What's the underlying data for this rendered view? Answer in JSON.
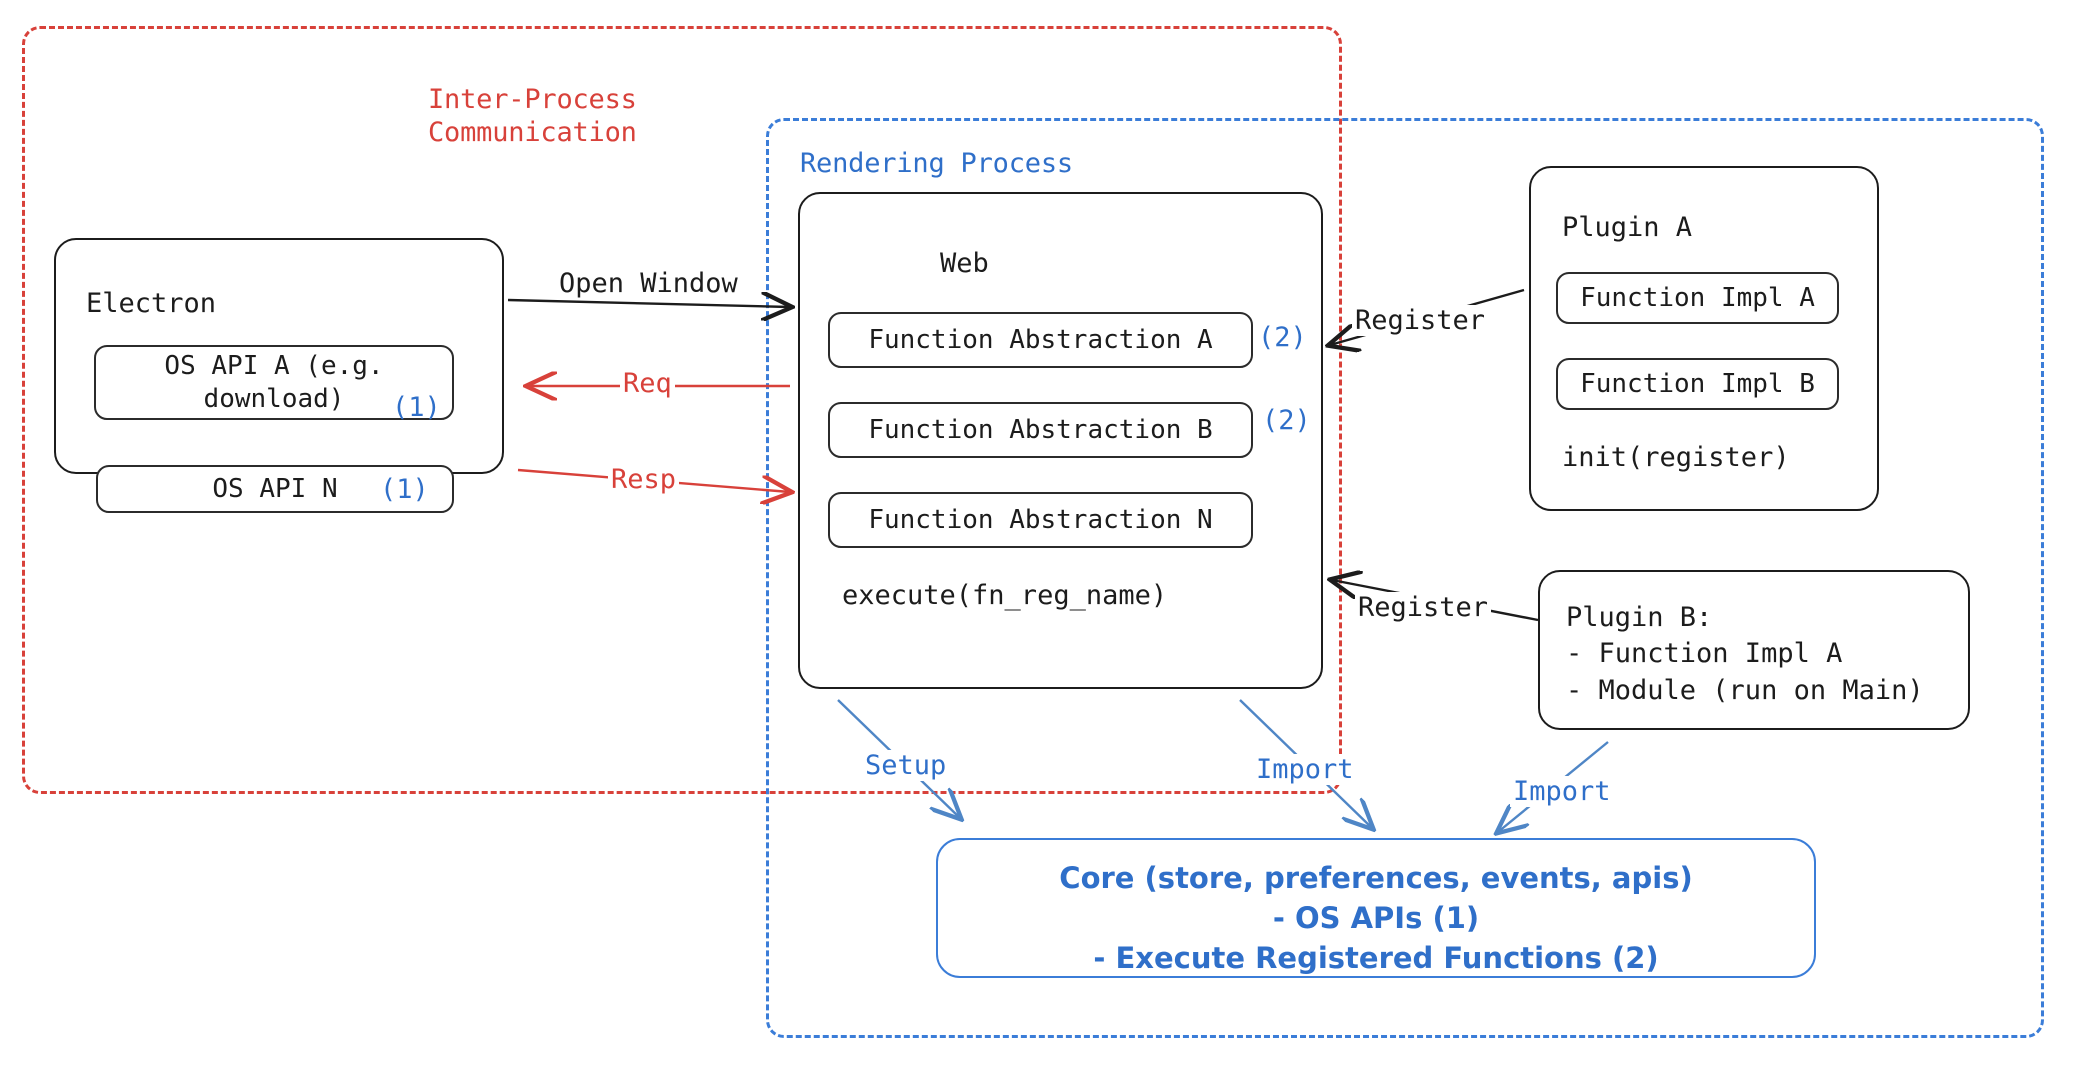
{
  "diagram": {
    "title": "Electron plugin architecture",
    "colors": {
      "ipc_red": "#d8413a",
      "process_blue": "#3b7dd8",
      "marker_blue": "#2f6fc9",
      "box_black": "#1c1c1c"
    }
  },
  "groups": {
    "ipc": {
      "label": "Inter-Process\nCommunication"
    },
    "rendering": {
      "label": "Rendering Process"
    }
  },
  "electron": {
    "title": "Electron",
    "os_api_a": {
      "label": "OS API A (e.g.\ndownload)",
      "marker": "(1)"
    },
    "os_api_n": {
      "label": "OS API N",
      "marker": "(1)"
    }
  },
  "web": {
    "title": "Web",
    "abstractions": [
      {
        "label": "Function Abstraction A",
        "marker": "(2)"
      },
      {
        "label": "Function Abstraction B",
        "marker": "(2)"
      },
      {
        "label": "Function Abstraction N",
        "marker": ""
      }
    ],
    "execute": "execute(fn_reg_name)"
  },
  "plugin_a": {
    "title": "Plugin A",
    "impl_a": "Function Impl A",
    "impl_b": "Function Impl B",
    "init": "init(register)"
  },
  "plugin_b": {
    "text": "Plugin B:\n- Function Impl A\n- Module (run on Main)"
  },
  "core": {
    "text": "Core (store, preferences, events, apis)\n- OS APIs (1)\n- Execute Registered Functions (2)"
  },
  "edges": {
    "open_window": "Open Window",
    "req": "Req",
    "resp": "Resp",
    "register_top": "Register",
    "register_bottom": "Register",
    "setup": "Setup",
    "import_web": "Import",
    "import_plugin_b": "Import"
  }
}
